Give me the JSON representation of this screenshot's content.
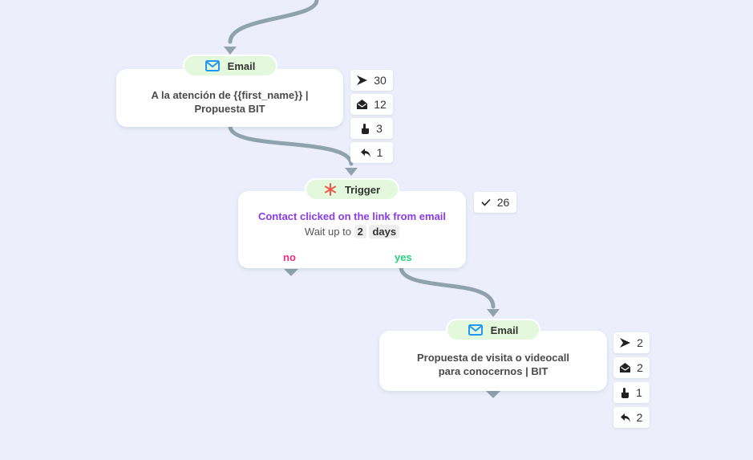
{
  "nodes": {
    "email1": {
      "pill_label": "Email",
      "subject_line1": "A la atención de {{first_name}} |",
      "subject_line2": "Propuesta BIT",
      "stats": {
        "sent": "30",
        "opened": "12",
        "clicked": "3",
        "replied": "1"
      }
    },
    "trigger": {
      "pill_label": "Trigger",
      "condition": "Contact clicked on the link from email",
      "wait_prefix": "Wait up to",
      "wait_value": "2",
      "wait_unit": "days",
      "branch_no": "no",
      "branch_yes": "yes",
      "count": "26"
    },
    "email2": {
      "pill_label": "Email",
      "subject_line1": "Propuesta de visita o videocall",
      "subject_line2": "para conocernos | BIT",
      "stats": {
        "sent": "2",
        "opened": "2",
        "clicked": "1",
        "replied": "2"
      }
    }
  },
  "icons": {
    "email": "envelope-icon",
    "trigger": "asterisk-icon",
    "sent": "send-arrow-icon",
    "opened": "open-envelope-icon",
    "clicked": "pointer-hand-icon",
    "replied": "reply-icon",
    "completed": "check-icon"
  },
  "colors": {
    "background": "#eceffb",
    "wire": "#8fa3ae",
    "pill": "#e3f8dc",
    "envelope": "#2196f3",
    "trigger_star": "#f0584a",
    "condition_text": "#8a3be8",
    "no": "#e8317a",
    "yes": "#25d27c"
  }
}
